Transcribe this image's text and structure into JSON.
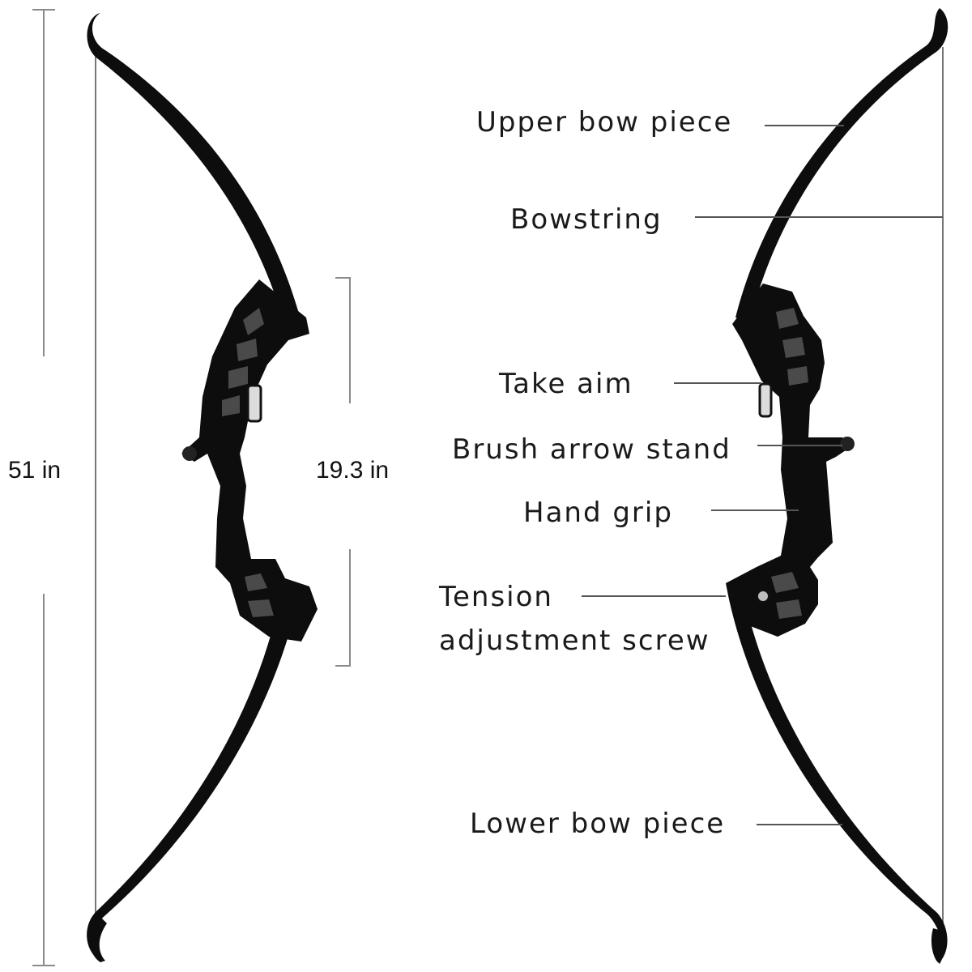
{
  "dimensions": {
    "overall_length": "51 in",
    "riser_length": "19.3 in"
  },
  "parts": {
    "upper_bow_piece": "Upper bow piece",
    "bowstring": "Bowstring",
    "take_aim": "Take aim",
    "brush_arrow_stand": "Brush arrow stand",
    "hand_grip": "Hand grip",
    "tension_line1": "Tension",
    "tension_line2": "adjustment screw",
    "lower_bow_piece": "Lower bow piece"
  },
  "colors": {
    "bow": "#0d0d0d",
    "riser_highlight": "#4a4a4a",
    "leader_line": "#555555",
    "dimension_line": "#8a8a8a",
    "text": "#1a1a1a"
  }
}
